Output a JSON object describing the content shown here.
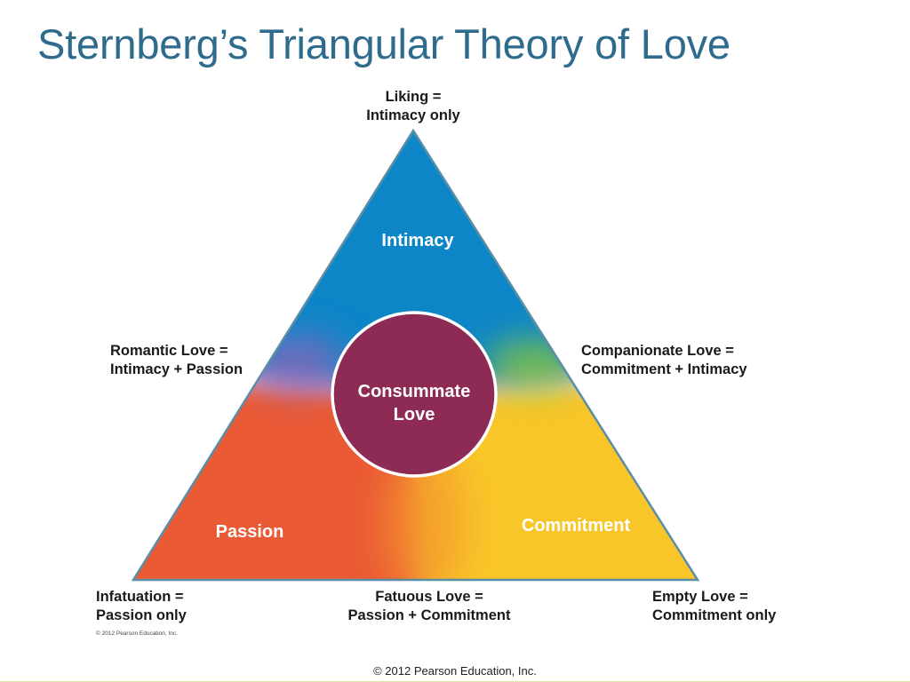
{
  "slide": {
    "title": "Sternberg’s Triangular Theory of Love"
  },
  "diagram": {
    "apex": {
      "line1": "Liking =",
      "line2": "Intimacy only"
    },
    "left_mid": {
      "line1": "Romantic Love =",
      "line2": "Intimacy + Passion"
    },
    "right_mid": {
      "line1": "Companionate Love =",
      "line2": "Commitment + Intimacy"
    },
    "bottom_left": {
      "line1": "Infatuation =",
      "line2": "Passion only"
    },
    "bottom_mid": {
      "line1": "Fatuous Love =",
      "line2": "Passion + Commitment"
    },
    "bottom_right": {
      "line1": "Empty Love =",
      "line2": "Commitment only"
    },
    "regions": {
      "intimacy": "Intimacy",
      "passion": "Passion",
      "commitment": "Commitment",
      "center_line1": "Consummate",
      "center_line2": "Love"
    },
    "small_copyright": "© 2012 Pearson Education, Inc.",
    "colors": {
      "intimacy": "#0f86c8",
      "passion": "#ea5a35",
      "commitment": "#f9c62a",
      "center": "#8e2b55",
      "outline": "#5b8ea6"
    }
  },
  "footer": {
    "copyright": "© 2012 Pearson Education, Inc."
  }
}
